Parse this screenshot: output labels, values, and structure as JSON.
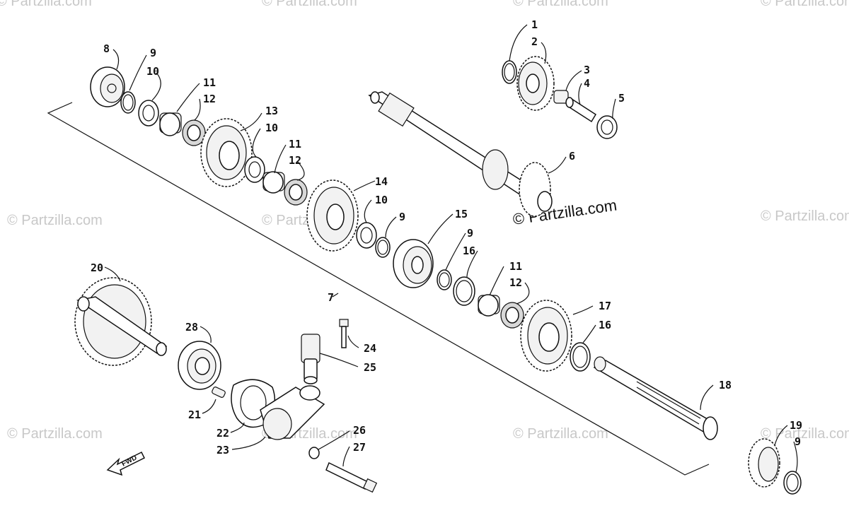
{
  "watermark": {
    "text": "© Partzilla.com",
    "main_text": "© Partzilla.com"
  },
  "fwd_label": "FWD",
  "callouts": [
    {
      "id": "c1",
      "label": "1"
    },
    {
      "id": "c2",
      "label": "2"
    },
    {
      "id": "c3",
      "label": "3"
    },
    {
      "id": "c4",
      "label": "4"
    },
    {
      "id": "c5",
      "label": "5"
    },
    {
      "id": "c6",
      "label": "6"
    },
    {
      "id": "c7",
      "label": "7"
    },
    {
      "id": "c8",
      "label": "8"
    },
    {
      "id": "c9a",
      "label": "9"
    },
    {
      "id": "c10a",
      "label": "10"
    },
    {
      "id": "c11a",
      "label": "11"
    },
    {
      "id": "c12a",
      "label": "12"
    },
    {
      "id": "c13",
      "label": "13"
    },
    {
      "id": "c10b",
      "label": "10"
    },
    {
      "id": "c11b",
      "label": "11"
    },
    {
      "id": "c12b",
      "label": "12"
    },
    {
      "id": "c14",
      "label": "14"
    },
    {
      "id": "c10c",
      "label": "10"
    },
    {
      "id": "c9b",
      "label": "9"
    },
    {
      "id": "c15",
      "label": "15"
    },
    {
      "id": "c9c",
      "label": "9"
    },
    {
      "id": "c16a",
      "label": "16"
    },
    {
      "id": "c11c",
      "label": "11"
    },
    {
      "id": "c12c",
      "label": "12"
    },
    {
      "id": "c17",
      "label": "17"
    },
    {
      "id": "c16b",
      "label": "16"
    },
    {
      "id": "c18",
      "label": "18"
    },
    {
      "id": "c19",
      "label": "19"
    },
    {
      "id": "c9d",
      "label": "9"
    },
    {
      "id": "c20",
      "label": "20"
    },
    {
      "id": "c28",
      "label": "28"
    },
    {
      "id": "c24",
      "label": "24"
    },
    {
      "id": "c25",
      "label": "25"
    },
    {
      "id": "c21",
      "label": "21"
    },
    {
      "id": "c22",
      "label": "22"
    },
    {
      "id": "c23",
      "label": "23"
    },
    {
      "id": "c26",
      "label": "26"
    },
    {
      "id": "c27",
      "label": "27"
    }
  ]
}
